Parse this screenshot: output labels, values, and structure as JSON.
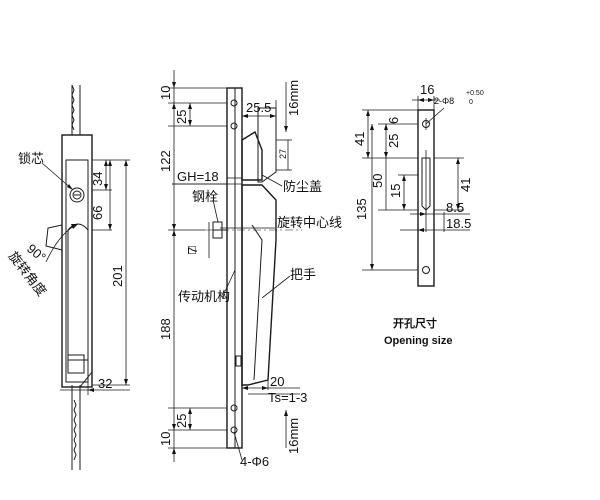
{
  "labels": {
    "lock_core": "锁芯",
    "rotation_angle": "旋转角度",
    "dust_cover": "防尘盖",
    "steel_bolt": "钢栓",
    "rotation_centerline": "旋转中心线",
    "handle": "把手",
    "transmission": "传动机构",
    "opening_size_cn": "开孔尺寸",
    "opening_size_en": "Opening size"
  },
  "front_view": {
    "dim_34": "34",
    "dim_66": "66",
    "dim_201": "201",
    "dim_32": "32",
    "angle_90": "90°"
  },
  "side_view": {
    "dim_10_top": "10",
    "dim_25_top": "25",
    "dim_122": "122",
    "dim_25_5": "25.5",
    "dim_16mm_top": "16mm",
    "dim_27": "27",
    "gh": "GH=18",
    "dim_7": "7",
    "square_symbol": "□",
    "dim_188": "188",
    "dim_20": "20",
    "ts": "Ts=1-3",
    "dim_10_bottom": "10",
    "dim_25_bottom": "25",
    "holes": "4-Φ6",
    "dim_16mm_bottom": "16mm"
  },
  "opening_view": {
    "dim_16": "16",
    "holes": "2-Φ8",
    "tol_upper": "+0.50",
    "tol_lower": "0",
    "dim_6": "6",
    "dim_41_left": "41",
    "dim_25": "25",
    "dim_50": "50",
    "dim_15": "15",
    "dim_41_right": "41",
    "dim_135": "135",
    "dim_8_5": "8.5",
    "dim_18_5": "18.5"
  }
}
